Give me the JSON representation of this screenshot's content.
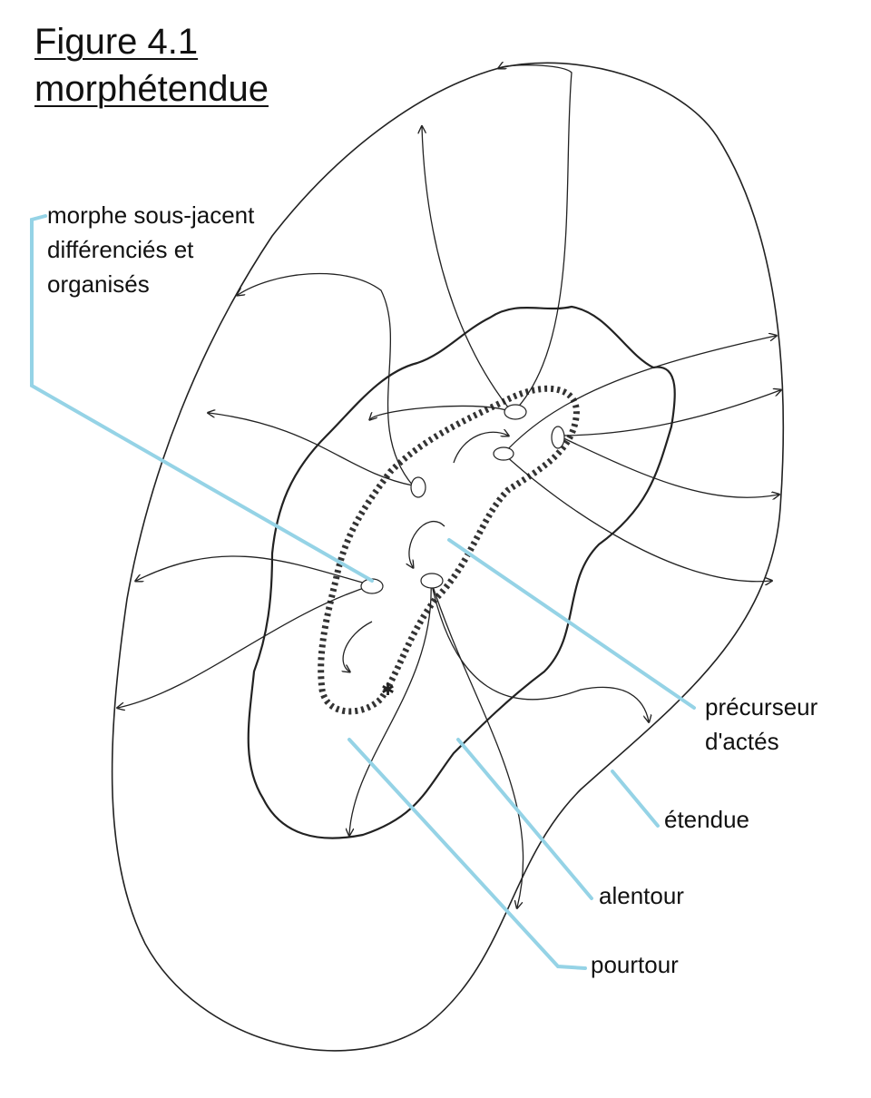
{
  "title": {
    "line1": "Figure 4.1",
    "line2": "morphétendue"
  },
  "labels": {
    "morphe": {
      "line1": "morphe sous-jacent",
      "line2": "différenciés et",
      "line3": "organisés"
    },
    "precurseur": {
      "line1": "précurseur",
      "line2": "d'actés"
    },
    "etendue": "étendue",
    "alentour": "alentour",
    "pourtour": "pourtour"
  },
  "colors": {
    "leader": "#95d3e6",
    "ink": "#222222"
  }
}
